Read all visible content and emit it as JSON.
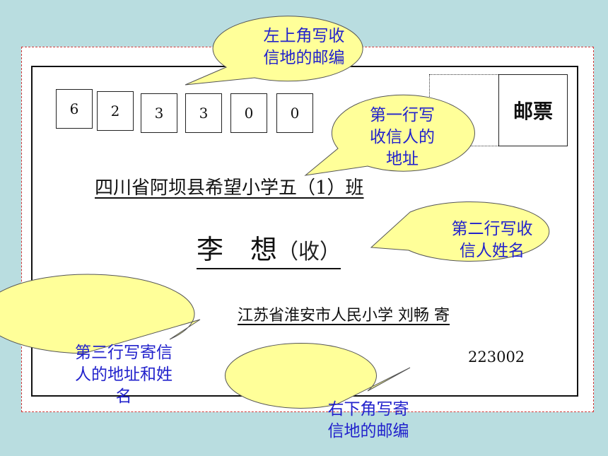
{
  "envelope": {
    "recipient_zip_digits": [
      "6",
      "2",
      "3",
      "3",
      "0",
      "0"
    ],
    "stamp_label": "邮票",
    "recipient_address": "四川省阿坝县希望小学五（1）班",
    "recipient_name": "李　想",
    "recipient_name_suffix": "（收）",
    "sender_info": "江苏省淮安市人民小学 刘畅 寄",
    "sender_zip": "223002"
  },
  "callouts": {
    "top_left_zip": [
      "左上角写收",
      "信地的邮编"
    ],
    "line1_address": [
      "第一行写",
      "收信人的",
      "地址"
    ],
    "line2_name": [
      "第二行写收",
      "信人姓名"
    ],
    "line3_sender": [
      "第三行写寄信",
      "人的地址和姓",
      "名"
    ],
    "bottom_right_zip": [
      "右下角写寄",
      "信地的邮编"
    ]
  },
  "colors": {
    "background": "#b9dde0",
    "bubble_fill": "#ffff99",
    "callout_text": "#2222cc",
    "frame_dash": "#d23a3a"
  }
}
